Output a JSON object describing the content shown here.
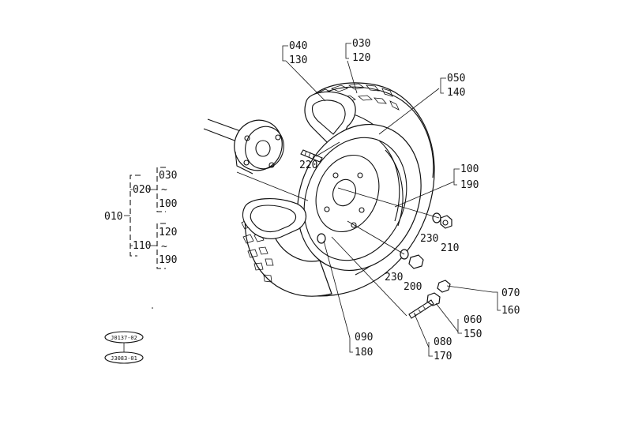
{
  "callouts": {
    "c040": "040",
    "c130": "130",
    "c030": "030",
    "c120": "120",
    "c050": "050",
    "c140": "140",
    "c100": "100",
    "c190": "190",
    "c220": "220",
    "c230a": "230",
    "c210": "210",
    "c230b": "230",
    "c200": "200",
    "c070": "070",
    "c160": "160",
    "c060": "060",
    "c150": "150",
    "c080": "080",
    "c170": "170",
    "c090": "090",
    "c180": "180"
  },
  "tree": {
    "root": "010",
    "g1": "020",
    "g1_a": "030",
    "g1_tilde": "~",
    "g1_b": "100",
    "g2": "110",
    "g2_a": "120",
    "g2_tilde": "~",
    "g2_b": "190"
  },
  "ref_codes": {
    "top": "J0137-02",
    "bottom": "J3083-01"
  }
}
